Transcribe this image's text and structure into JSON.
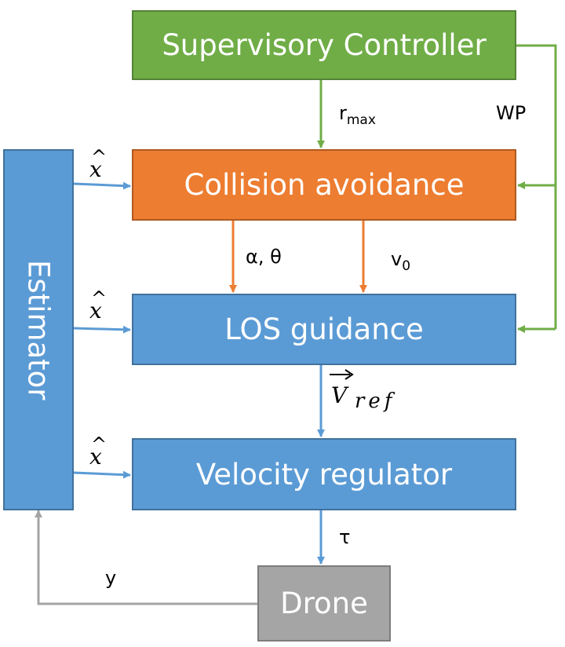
{
  "blocks": {
    "supervisory": "Supervisory Controller",
    "collision": "Collision avoidance",
    "los": "LOS guidance",
    "velocity": "Velocity regulator",
    "drone": "Drone",
    "estimator": "Estimator"
  },
  "signals": {
    "rmax_base": "r",
    "rmax_sub": "max",
    "wp": "WP",
    "alpha_theta": "α, θ",
    "v0_base": "v",
    "v0_sub": "0",
    "vref_base": "V",
    "vref_sub": "ref",
    "tau": "τ",
    "y": "y",
    "xhat": "x",
    "xhat_accent": "^"
  },
  "colors": {
    "green": "#70ad47",
    "orange": "#ed7d31",
    "blue": "#5b9bd5",
    "gray": "#a5a5a5"
  }
}
